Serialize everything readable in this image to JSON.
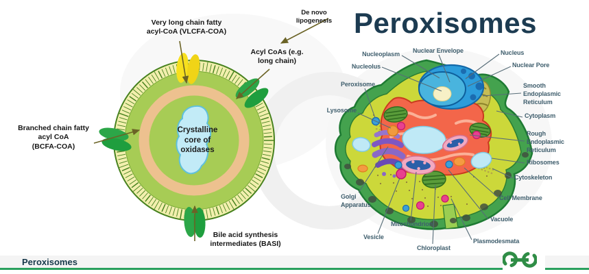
{
  "title": "Peroxisomes",
  "colors": {
    "brand_green": "#2f8d46",
    "title_color": "#1c3b51",
    "footer_rule_green": "#2aa05e",
    "cell_label_color": "#3f5e6d"
  },
  "peroxisome_diagram": {
    "labels": {
      "vlcfa": "Very long chain fatty\nacyl-CoA (VLCFA-COA)",
      "de_novo": "De novo\nlipogenesis",
      "acyl_coas": "Acyl CoAs (e.g.\nlong chain)",
      "bcfa": "Branched chain fatty\nacyl CoA\n(BCFA-COA)",
      "basi": "Bile acid synthesis\nintermediates (BASI)",
      "core": "Crystalline\ncore of\noxidases"
    }
  },
  "cell_diagram": {
    "labels": {
      "nucleoplasm": "Nucleoplasm",
      "nuclear_envelope": "Nuclear Envelope",
      "nucleus": "Nucleus",
      "nucleolus": "Nucleolus",
      "nuclear_pore": "Nuclear Pore",
      "peroxisome": "Peroxisome",
      "smooth_er": "Smooth\nEndoplasmic\nReticulum",
      "lysosome": "Lysosome",
      "cytoplasm": "Cytoplasm",
      "rough_er": "Rough\nEndoplasmic\nReticulum",
      "ribosomes": "Ribosomes",
      "cytoskeleton": "Cytoskeleton",
      "cell_membrane": "Cell Membrane",
      "golgi": "Golgi\nApparatus",
      "vacuole": "Vacuole",
      "mitochondrion": "Mitochondrion",
      "vesicle": "Vesicle",
      "plasmodesmata": "Plasmodesmata",
      "chloroplast": "Chloroplast"
    }
  },
  "footer": {
    "label": "Peroxisomes",
    "logo": "geeksforgeeks-logo"
  }
}
